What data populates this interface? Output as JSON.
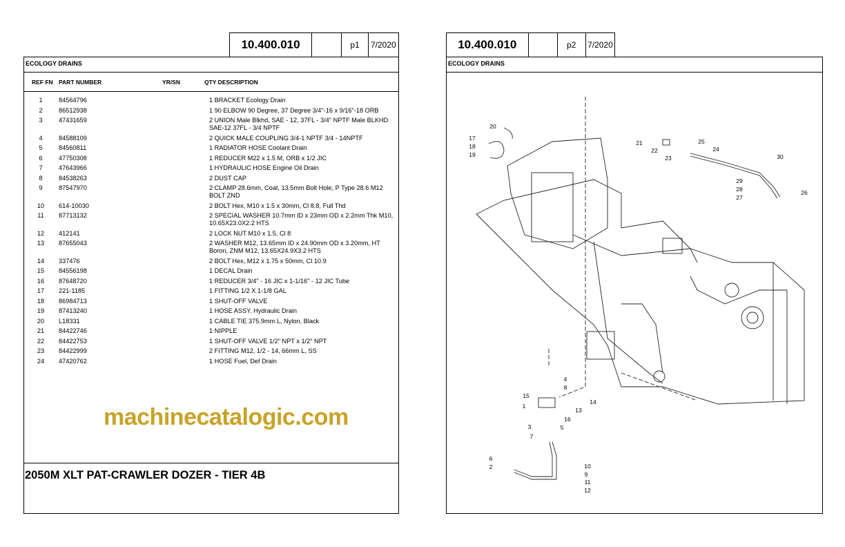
{
  "left": {
    "code": "10.400.010",
    "page": "p1",
    "date": "7/2020",
    "section": "ECOLOGY DRAINS",
    "columns": {
      "ref": "REF FN",
      "part": "PART NUMBER",
      "yrsn": "YR/SN",
      "qty_desc": "QTY DESCRIPTION"
    },
    "rows": [
      [
        "1",
        "84564796",
        "1 BRACKET  Ecology Drain"
      ],
      [
        "2",
        "86512938",
        "1 90 ELBOW 90 Degree, 37 Degree 3/4\"-16 x 9/16\"-18 ORB"
      ],
      [
        "3",
        "47431659",
        "2 UNION Male Blkhd, SAE - 12,  37FL - 3/4\" NPTF Male BLKHD SAE-12 37FL - 3/4 NPTF"
      ],
      [
        "4",
        "84588109",
        "2 QUICK MALE COUPLING 3/4-1 NPTF 3/4 - 14NPTF"
      ],
      [
        "5",
        "84560811",
        "1 RADIATOR HOSE  Coolant Drain"
      ],
      [
        "6",
        "47750308",
        "1 REDUCER M22 x 1.5 M, ORB x 1/2 JIC"
      ],
      [
        "7",
        "47643966",
        "1 HYDRAULIC HOSE  Engine Oil Drain"
      ],
      [
        "8",
        "84538263",
        "2 DUST CAP"
      ],
      [
        "9",
        "87547970",
        "2 CLAMP 28.6mm, Coat, 13.5mm Bolt Hole, P Type 28.6 M12 BOLT ZND"
      ],
      [
        "10",
        "614-10030",
        "2 BOLT Hex, M10 x 1.5 x 30mm, Cl 8.8, Full Thd"
      ],
      [
        "11",
        "87713132",
        "2 SPECIAL WASHER 10.7mm ID x 23mm OD x 2.2mm Thk M10, 10.65X23.0X2.2 HTS"
      ],
      [
        "12",
        "412141",
        "2 LOCK NUT M10 x 1.5, Cl 8"
      ],
      [
        "13",
        "87655043",
        "2 WASHER M12, 13.65mm ID x 24.90mm OD x 3.20mm, HT Boron, ZNM M12, 13.65X24.9X3.2 HTS"
      ],
      [
        "14",
        "337476",
        "2 BOLT Hex, M12 x 1.75 x 50mm, Cl 10.9"
      ],
      [
        "15",
        "84556198",
        "1 DECAL  Drain"
      ],
      [
        "16",
        "87648720",
        "1 REDUCER 3/4\" - 16 JIC x 1-1/16\" - 12 JIC Tube"
      ],
      [
        "17",
        "221-1185",
        "1 FITTING  1/2 X 1-1/8 GAL"
      ],
      [
        "18",
        "86984713",
        "1 SHUT-OFF VALVE"
      ],
      [
        "19",
        "87413240",
        "1 HOSE ASSY.  Hydraulic Drain"
      ],
      [
        "20",
        "L18331",
        "1 CABLE TIE 375.9mm L, Nylon, Black"
      ],
      [
        "21",
        "84422746",
        "1 NIPPLE"
      ],
      [
        "22",
        "84422753",
        "1 SHUT-OFF VALVE 1/2\" NPT x 1/2\" NPT"
      ],
      [
        "23",
        "84422999",
        "2 FITTING M12, 1/2 - 14, 66mm L, SS"
      ],
      [
        "24",
        "47420762",
        "1 HOSE  Fuel, Def Drain"
      ]
    ],
    "footer": "2050M XLT PAT-CRAWLER DOZER - TIER 4B"
  },
  "right": {
    "code": "10.400.010",
    "page": "p2",
    "date": "7/2020",
    "section": "ECOLOGY DRAINS",
    "callouts": [
      "20",
      "17",
      "18",
      "19",
      "21",
      "22",
      "23",
      "25",
      "24",
      "30",
      "29",
      "28",
      "27",
      "26",
      "4",
      "8",
      "15",
      "1",
      "14",
      "13",
      "16",
      "3",
      "5",
      "7",
      "6",
      "2",
      "10",
      "9",
      "11",
      "12"
    ]
  },
  "watermark": "machinecatalogic.com"
}
